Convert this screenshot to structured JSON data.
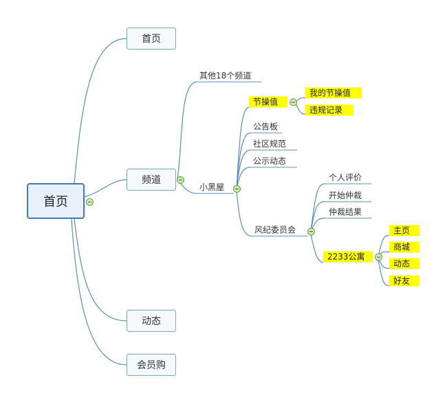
{
  "root": {
    "label": "首页"
  },
  "level1": {
    "home": "首页",
    "channel": "频道",
    "dynamic": "动态",
    "vip": "会员购"
  },
  "channel": {
    "other": "其他18个频道",
    "blackroom": "小黑屋"
  },
  "blackroom": {
    "integrity": "节操值",
    "bulletin": "公告板",
    "rules": "社区规范",
    "notices": "公示动态",
    "committee": "风纪委员会"
  },
  "integrity": {
    "mine": "我的节操值",
    "violations": "违规记录"
  },
  "committee": {
    "personal": "个人评价",
    "arbitrate": "开始仲裁",
    "results": "仲裁结果",
    "apartment": "2233公寓"
  },
  "apartment": {
    "home": "主页",
    "mall": "商城",
    "dynamic": "动态",
    "friends": "好友"
  },
  "colors": {
    "line": "#5b8fb0",
    "highlight": "#ffff00",
    "root_border": "#3f7bb0",
    "toggle": "#6a9f3a"
  }
}
